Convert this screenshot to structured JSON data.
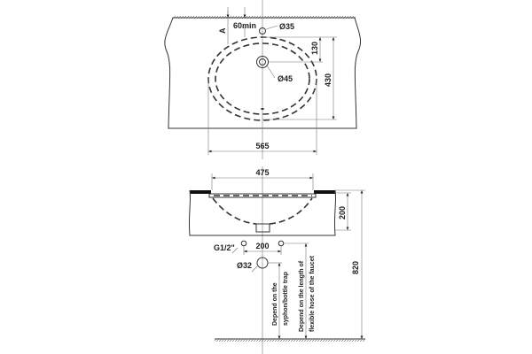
{
  "top_view": {
    "dim_A": "A",
    "dim_60min": "60min",
    "dim_faucet_hole": "Ø35",
    "dim_drain": "Ø45",
    "dim_130": "130",
    "dim_430": "430",
    "dim_565": "565"
  },
  "side_view": {
    "dim_475": "475",
    "dim_200_depth": "200",
    "dim_820": "820",
    "dim_g12": "G1/2\"",
    "dim_200_spacing": "200",
    "dim_drain_pipe": "Ø32",
    "note_syphon_1": "Depend on the",
    "note_syphon_2": "syphon/bottle trap",
    "note_hose_1": "Depend on the length of",
    "note_hose_2": "flexible hose of the faucet"
  }
}
